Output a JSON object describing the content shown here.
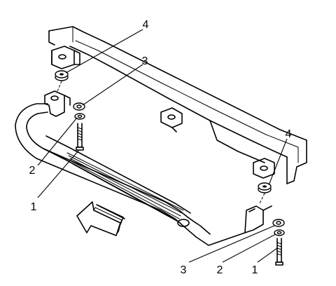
{
  "callouts": {
    "c4_top": "4",
    "c3_top": "3",
    "c2_left": "2",
    "c1_left": "1",
    "c4_right": "4",
    "c3_bottom": "3",
    "c2_bottom": "2",
    "c1_bottom": "1"
  },
  "icons": {
    "direction_arrow": "front-direction-arrow-icon"
  }
}
